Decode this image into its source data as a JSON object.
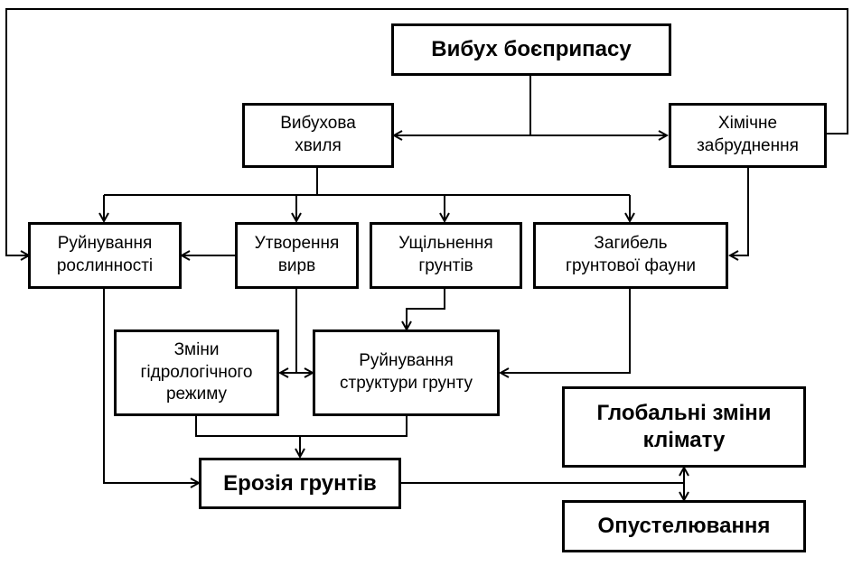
{
  "diagram": {
    "nodes": {
      "explosion": {
        "lines": [
          "Вибух боєприпасу"
        ]
      },
      "blast_wave": {
        "lines": [
          "Вибухова",
          "хвиля"
        ]
      },
      "chemical": {
        "lines": [
          "Хімічне",
          "забруднення"
        ]
      },
      "vegetation": {
        "lines": [
          "Руйнування",
          "рослинності"
        ]
      },
      "craters": {
        "lines": [
          "Утворення",
          "вирв"
        ]
      },
      "compaction": {
        "lines": [
          "Ущільнення",
          "грунтів"
        ]
      },
      "fauna": {
        "lines": [
          "Загибель",
          "грунтової фауни"
        ]
      },
      "hydrology": {
        "lines": [
          "Зміни",
          "гідрологічного",
          "режиму"
        ]
      },
      "structure": {
        "lines": [
          "Руйнування",
          "структури грунту"
        ]
      },
      "erosion": {
        "lines": [
          "Ерозія грунтів"
        ]
      },
      "climate": {
        "lines": [
          "Глобальні зміни",
          "клімату"
        ]
      },
      "desertification": {
        "lines": [
          "Опустелювання"
        ]
      }
    },
    "edges": [
      {
        "from": "explosion",
        "to": "blast_wave"
      },
      {
        "from": "explosion",
        "to": "chemical"
      },
      {
        "from": "chemical",
        "to": "vegetation"
      },
      {
        "from": "blast_wave",
        "to": "vegetation"
      },
      {
        "from": "blast_wave",
        "to": "craters"
      },
      {
        "from": "blast_wave",
        "to": "compaction"
      },
      {
        "from": "blast_wave",
        "to": "fauna"
      },
      {
        "from": "chemical",
        "to": "fauna"
      },
      {
        "from": "craters",
        "to": "vegetation"
      },
      {
        "from": "craters",
        "to": "hydrology"
      },
      {
        "from": "craters",
        "to": "structure"
      },
      {
        "from": "compaction",
        "to": "structure"
      },
      {
        "from": "fauna",
        "to": "structure"
      },
      {
        "from": "vegetation",
        "to": "erosion"
      },
      {
        "from": "hydrology",
        "to": "erosion"
      },
      {
        "from": "structure",
        "to": "erosion"
      },
      {
        "from": "erosion",
        "to": "climate"
      },
      {
        "from": "erosion",
        "to": "desertification"
      }
    ]
  }
}
